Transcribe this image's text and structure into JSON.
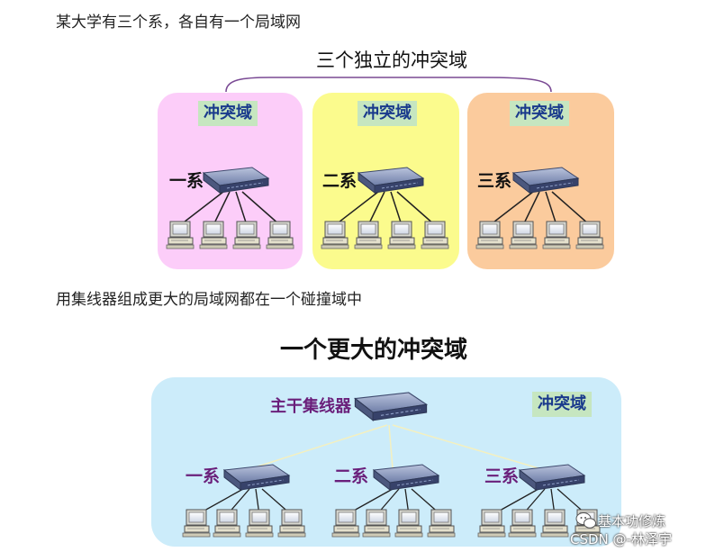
{
  "top": {
    "caption": "某大学有三个系，各自有一个局域网",
    "heading": "三个独立的冲突域",
    "domains": [
      {
        "tag": "冲突域",
        "dept": "一系",
        "color": "#fccdf9"
      },
      {
        "tag": "冲突域",
        "dept": "二系",
        "color": "#fbfb8d"
      },
      {
        "tag": "冲突域",
        "dept": "三系",
        "color": "#fbcb9d"
      }
    ]
  },
  "bottom": {
    "caption": "用集线器组成更大的局域网都在一个碰撞域中",
    "heading": "一个更大的冲突域",
    "tag": "冲突域",
    "hub_label": "主干集线器",
    "depts": [
      "一系",
      "二系",
      "三系"
    ],
    "color": "#ccecfa"
  },
  "watermark": {
    "line1": "基本功修炼",
    "line2": "CSDN @-林泽宇"
  },
  "icons": [
    "hub-icon",
    "computer-icon",
    "wechat-icon"
  ]
}
